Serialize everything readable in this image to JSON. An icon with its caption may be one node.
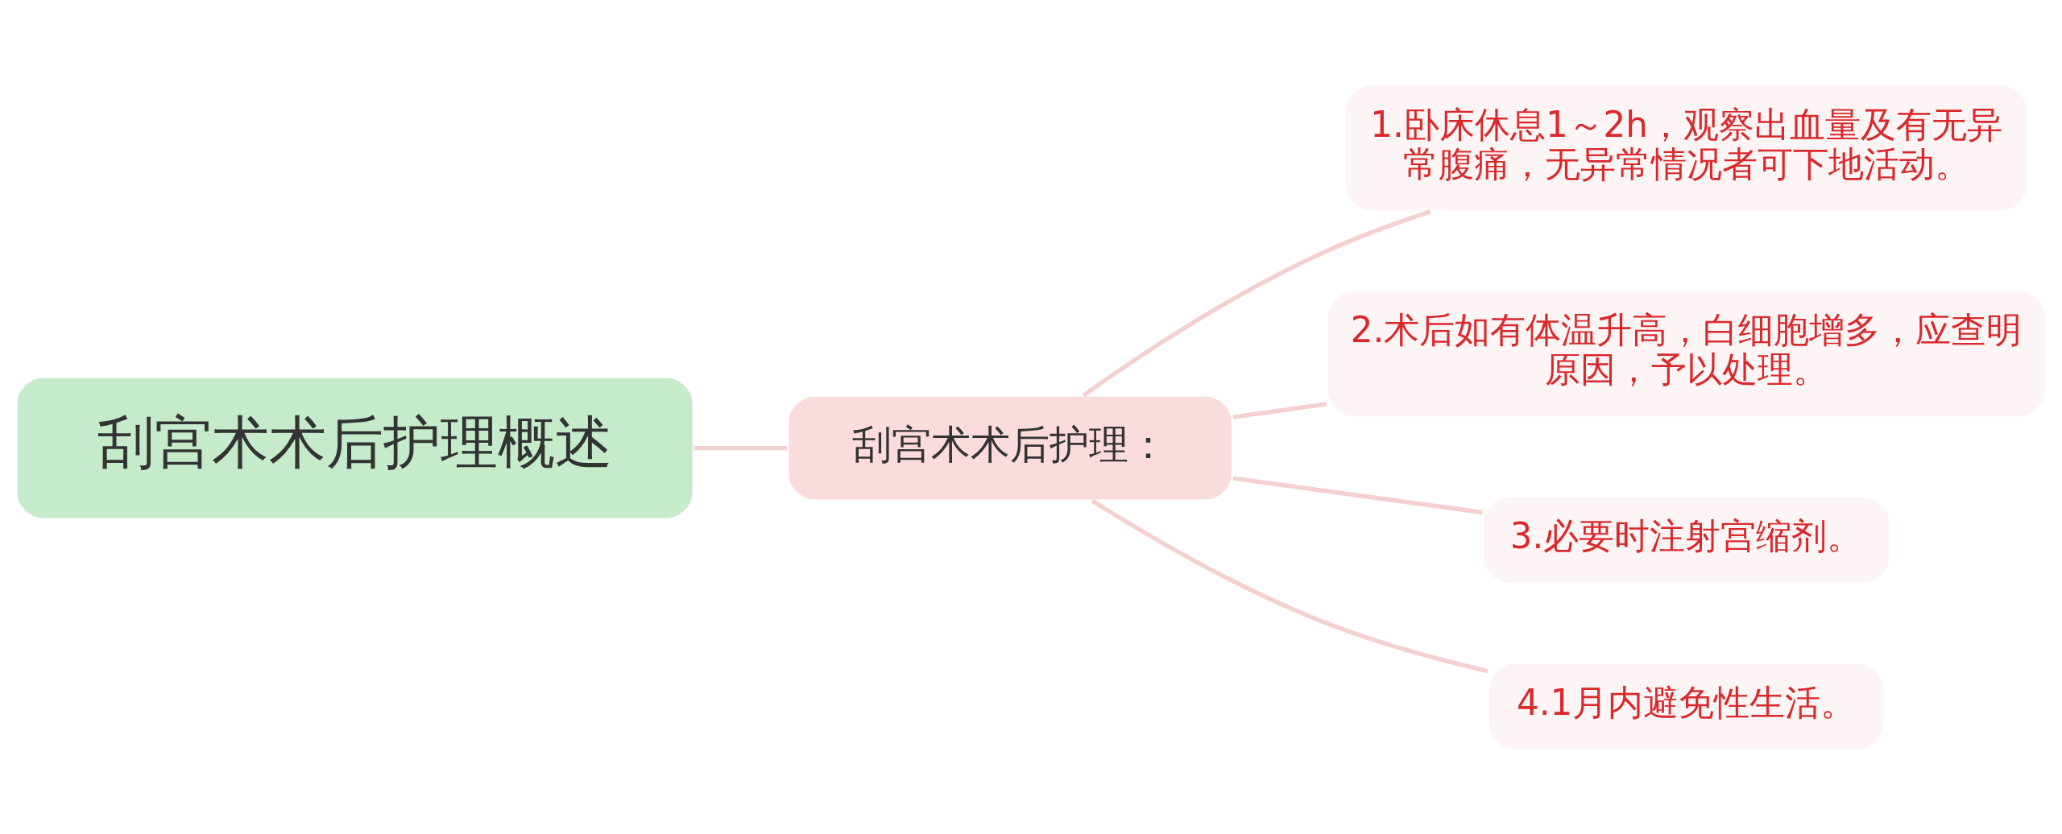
{
  "diagram": {
    "nodes": [
      {
        "text": [
          "刮宫术术后护理概述"
        ]
      },
      {
        "text": [
          "刮宫术术后护理："
        ]
      },
      {
        "text": [
          "1.卧床休息1～2h，观察出血量及有无异常腹痛，无异常情况者可下地活动。"
        ]
      },
      {
        "text": [
          "2.术后如有体温升高，白细胞增多，应查明原因，予以处理。"
        ]
      },
      {
        "text": [
          "3.必要时注射宫缩剂。"
        ]
      },
      {
        "text": [
          "4.1月内避免性生活。"
        ]
      }
    ],
    "edges": [
      {
        "from": 0,
        "to": 1,
        "arrow": "none"
      },
      {
        "from": 1,
        "to": 2,
        "arrow": "none"
      },
      {
        "from": 1,
        "to": 3,
        "arrow": "none"
      },
      {
        "from": 1,
        "to": 4,
        "arrow": "none"
      },
      {
        "from": 1,
        "to": 5,
        "arrow": "none"
      }
    ]
  }
}
